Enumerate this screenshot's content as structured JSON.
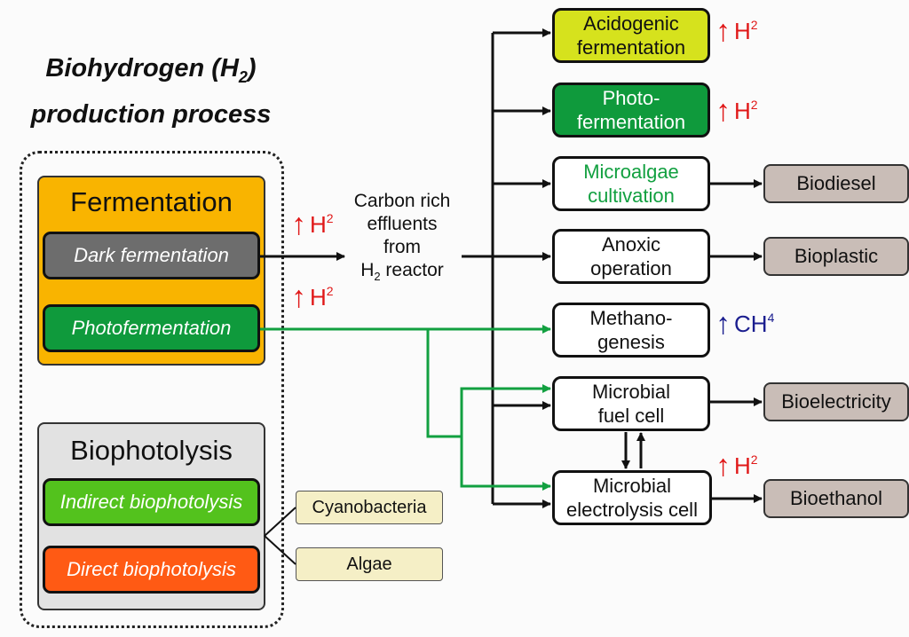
{
  "title": {
    "line1": "Biohydrogen (H",
    "sub": "2",
    "line1_end": ")",
    "line2": "production process"
  },
  "fermentation": {
    "label": "Fermentation",
    "dark": "Dark fermentation",
    "photo": "Photofermentation"
  },
  "biophotolysis": {
    "label": "Biophotolysis",
    "indirect": "Indirect biophotolysis",
    "direct": "Direct biophotolysis"
  },
  "organisms": [
    "Cyanobacteria",
    "Algae"
  ],
  "middle": {
    "line1": "Carbon rich",
    "line2": "effluents",
    "line3": "from",
    "line4_pre": "H",
    "line4_sub": "2",
    "line4_post": " reactor"
  },
  "processes": {
    "acidogenic": {
      "line1": "Acidogenic",
      "line2": "fermentation"
    },
    "photoferm": {
      "line1": "Photo-",
      "line2": "fermentation"
    },
    "microalgae": {
      "line1": "Microalgae",
      "line2": "cultivation"
    },
    "anoxic": {
      "line1": "Anoxic",
      "line2": "operation"
    },
    "methano": {
      "line1": "Methano-",
      "line2": "genesis"
    },
    "mfc": {
      "line1": "Microbial",
      "line2": "fuel cell"
    },
    "mec": {
      "line1": "Microbial",
      "line2": "electrolysis cell"
    }
  },
  "outputs": {
    "biodiesel": "Biodiesel",
    "bioplastic": "Bioplastic",
    "bioelectricity": "Bioelectricity",
    "bioethanol": "Bioethanol"
  },
  "indicators": {
    "h2": {
      "arrow": "↑",
      "main": "H",
      "sub": "2"
    },
    "ch4": {
      "arrow": "↑",
      "main": "CH",
      "sub": "4"
    }
  },
  "colors": {
    "fermentation_group": "#f9b400",
    "dark_box": "#6d6d6d",
    "photo_box": "#0f9a3c",
    "biophotolysis_group": "#e2e2e2",
    "indirect_box": "#53c21d",
    "direct_box": "#ff5a14",
    "acidogenic_box": "#d6e21d",
    "green_text": "#12a040",
    "h2_red": "#e01818",
    "ch4_blue": "#1b1e8f",
    "output_box": "#c9bdb7",
    "organism_box": "#f5efc6"
  }
}
